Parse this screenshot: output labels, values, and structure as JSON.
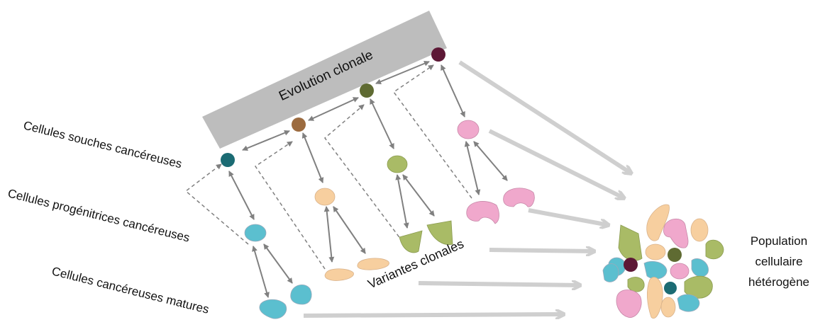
{
  "banner": {
    "text": "Evolution clonale",
    "fill": "#bdbdbd"
  },
  "labels": {
    "stem": "Cellules souches cancéreuses",
    "progenitor": "Cellules progénitrices cancéreuses",
    "mature": "Cellules cancéreuses matures",
    "variants": "Variantes clonales",
    "population_1": "Population",
    "population_2": "cellulaire",
    "population_3": "hétérogène"
  },
  "colors": {
    "teal_stem": "#1b6b73",
    "cyan_cells": "#5bbfcf",
    "brown_stem": "#9c6b3f",
    "peach_cells": "#f7cf9f",
    "olive_stem": "#5f6b32",
    "green_cells": "#a9bb66",
    "plum_stem": "#5d1836",
    "pink_cells": "#f0a8cc",
    "arrow_gray": "#808080",
    "big_arrow": "#cfcfcf"
  }
}
